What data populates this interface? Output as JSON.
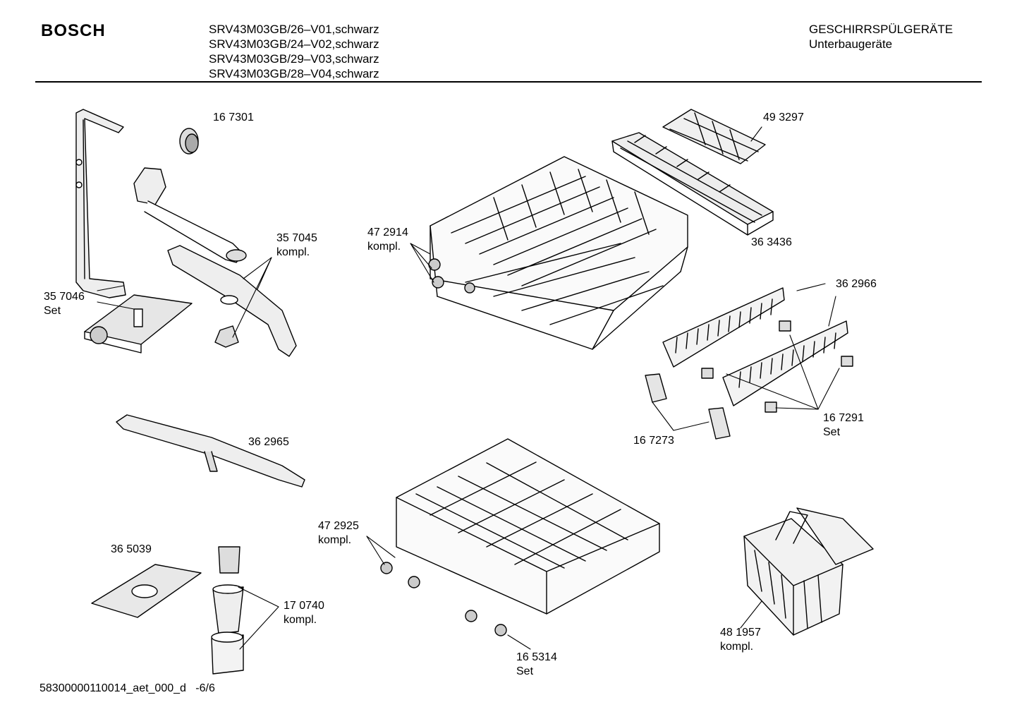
{
  "header": {
    "brand": "BOSCH",
    "models": [
      "SRV43M03GB/26–V01,schwarz",
      "SRV43M03GB/24–V02,schwarz",
      "SRV43M03GB/29–V03,schwarz",
      "SRV43M03GB/28–V04,schwarz"
    ],
    "category": "GESCHIRRSPÜLGERÄTE",
    "subcategory": "Unterbaugeräte"
  },
  "parts": [
    {
      "number": "16 7301",
      "note": ""
    },
    {
      "number": "35 7045",
      "note": "kompl."
    },
    {
      "number": "35 7046",
      "note": "Set"
    },
    {
      "number": "47 2914",
      "note": "kompl."
    },
    {
      "number": "49 3297",
      "note": ""
    },
    {
      "number": "36 3436",
      "note": ""
    },
    {
      "number": "36 2966",
      "note": ""
    },
    {
      "number": "16 7291",
      "note": "Set"
    },
    {
      "number": "16 7273",
      "note": ""
    },
    {
      "number": "36 2965",
      "note": ""
    },
    {
      "number": "47 2925",
      "note": "kompl."
    },
    {
      "number": "36 5039",
      "note": ""
    },
    {
      "number": "17 0740",
      "note": "kompl."
    },
    {
      "number": "16 5314",
      "note": "Set"
    },
    {
      "number": "48 1957",
      "note": "kompl."
    }
  ],
  "footer": {
    "doc_id": "58300000110014_aet_000_d",
    "page": "-6/6"
  }
}
